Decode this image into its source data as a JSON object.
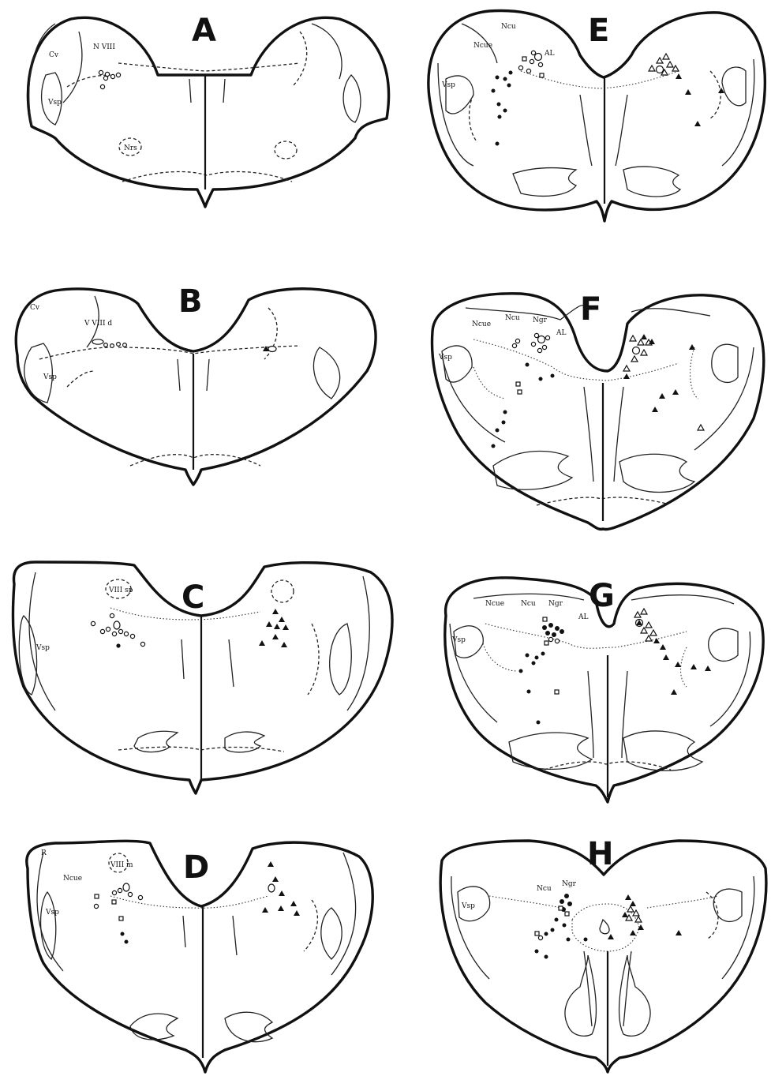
{
  "panels": [
    {
      "letter": "A",
      "labels": [
        "Cv",
        "N VIII",
        "Vsp",
        "Nrs"
      ]
    },
    {
      "letter": "B",
      "labels": [
        "Cv",
        "V VIII d",
        "Vsp"
      ]
    },
    {
      "letter": "C",
      "labels": [
        "VIII sp",
        "Vsp"
      ]
    },
    {
      "letter": "D",
      "labels": [
        "R",
        "VIII m",
        "Ncue",
        "Vsp"
      ]
    },
    {
      "letter": "E",
      "labels": [
        "Ncu",
        "Ncue",
        "AL",
        "Vsp"
      ]
    },
    {
      "letter": "F",
      "labels": [
        "Ncue",
        "Ncu",
        "Ngr",
        "AL",
        "Vsp"
      ]
    },
    {
      "letter": "G",
      "labels": [
        "Ncue",
        "Ncu",
        "Ngr",
        "AL",
        "Vsp"
      ]
    },
    {
      "letter": "H",
      "labels": [
        "Ncu",
        "Ngr",
        "Vsp"
      ]
    }
  ],
  "marker_types": [
    "open-circle",
    "filled-circle",
    "open-square",
    "open-triangle",
    "filled-triangle"
  ],
  "colors": {
    "ink": "#111111",
    "paper": "#ffffff"
  }
}
